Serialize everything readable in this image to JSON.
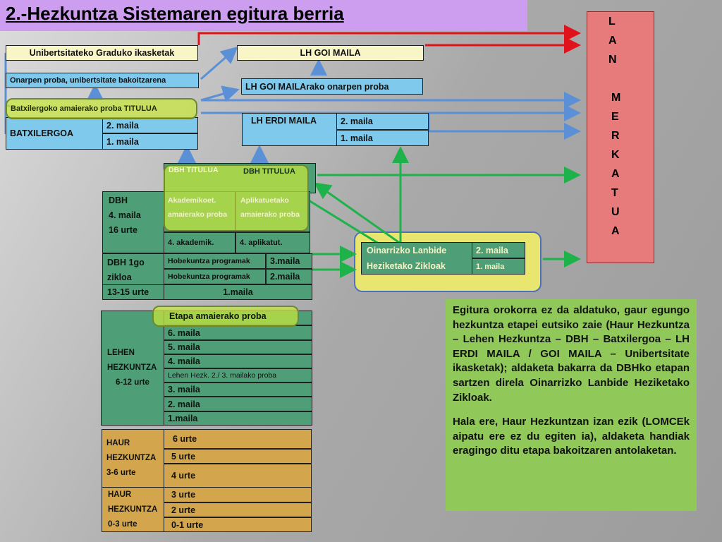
{
  "title": "2.-Hezkuntza  Sistemaren egitura berria",
  "colors": {
    "title_bg": "#cd9df0",
    "blue": "#7ec9ec",
    "green": "#4e9f77",
    "brown": "#d3a64e",
    "lan_merkatua": "#e77a7a",
    "note_bg": "#90c95a",
    "highlight": "#c8e83c"
  },
  "lan_merkatua": {
    "letters": [
      "L",
      "A",
      "N",
      "M",
      "E",
      "R",
      "K",
      "A",
      "T",
      "U",
      "A"
    ]
  },
  "uni": {
    "graduko": "Unibertsitateko Graduko ikasketak",
    "onarpen": "Onarpen proba, unibertsitate bakoitzarena"
  },
  "batx": {
    "proba": "Batxilergoko amaierako proba TITULUA",
    "label": "BATXILERGOA",
    "m2": "2. maila",
    "m1": "1. maila"
  },
  "lh": {
    "goi": "LH GOI MAILA",
    "goi_onarpen": "LH GOI MAILArako onarpen proba",
    "erdi": "LH   ERDI MAILA",
    "m2": "2. maila",
    "m1": "1. maila"
  },
  "dbh": {
    "titulua_a": "DBH TITULUA",
    "titulua_b": "DBH TITULUA",
    "akad": "Akademikoet. amaierako proba",
    "aplik": "Aplikatuetako amaierako proba",
    "label": "DBH",
    "maila": "4. maila",
    "urte": "16  urte",
    "akad4": "4. akademik.",
    "aplik4": "4. aplikatut.",
    "zikloa_a": "DBH 1go",
    "zikloa_b": "zikloa",
    "zikloa_c": "13-15 urte",
    "hob1": "Hobekuntza programak",
    "hob2": "Hobekuntza programak",
    "m3": "3.maila",
    "m2": "2.maila",
    "m1": "1.maila"
  },
  "oinarrizko": {
    "label_a": "Oinarrizko Lanbide",
    "label_b": "Heziketako Zikloak",
    "m2": "2. maila",
    "m1": "1. maila"
  },
  "lehen": {
    "proba": "Etapa amaierako proba",
    "label_a": "LEHEN",
    "label_b": "HEZKUNTZA",
    "label_c": "6-12 urte",
    "m6": "6. maila",
    "m5": "5. maila",
    "m4": "4. maila",
    "proba2": "Lehen Hezk. 2./ 3. mailako proba",
    "m3": "3. maila",
    "m2": "2. maila",
    "m1": "1.maila"
  },
  "haur36": {
    "label_a": "HAUR",
    "label_b": "HEZKUNTZA",
    "label_c": "3-6  urte",
    "u6": "6 urte",
    "u5": "5 urte",
    "u4": "4 urte"
  },
  "haur03": {
    "label_a": "HAUR",
    "label_b": "HEZKUNTZA",
    "label_c": "0-3 urte",
    "u3": "3 urte",
    "u2": "2 urte",
    "u01": "0-1 urte"
  },
  "note": {
    "p1": "Egitura orokorra ez da aldatuko, gaur egungo hezkuntza etapei eutsiko zaie (Haur Hezkuntza – Lehen Hezkuntza – DBH – Batxilergoa – LH ERDI MAILA / GOI MAILA – Unibertsitate ikasketak); aldaketa bakarra da DBHko etapan sartzen direla Oinarrizko Lanbide Heziketako Zikloak.",
    "p2": "Hala ere, Haur Hezkuntzan izan ezik (LOMCEk aipatu ere ez du egiten ia), aldaketa handiak eragingo ditu etapa bakoitzaren antolaketan."
  }
}
